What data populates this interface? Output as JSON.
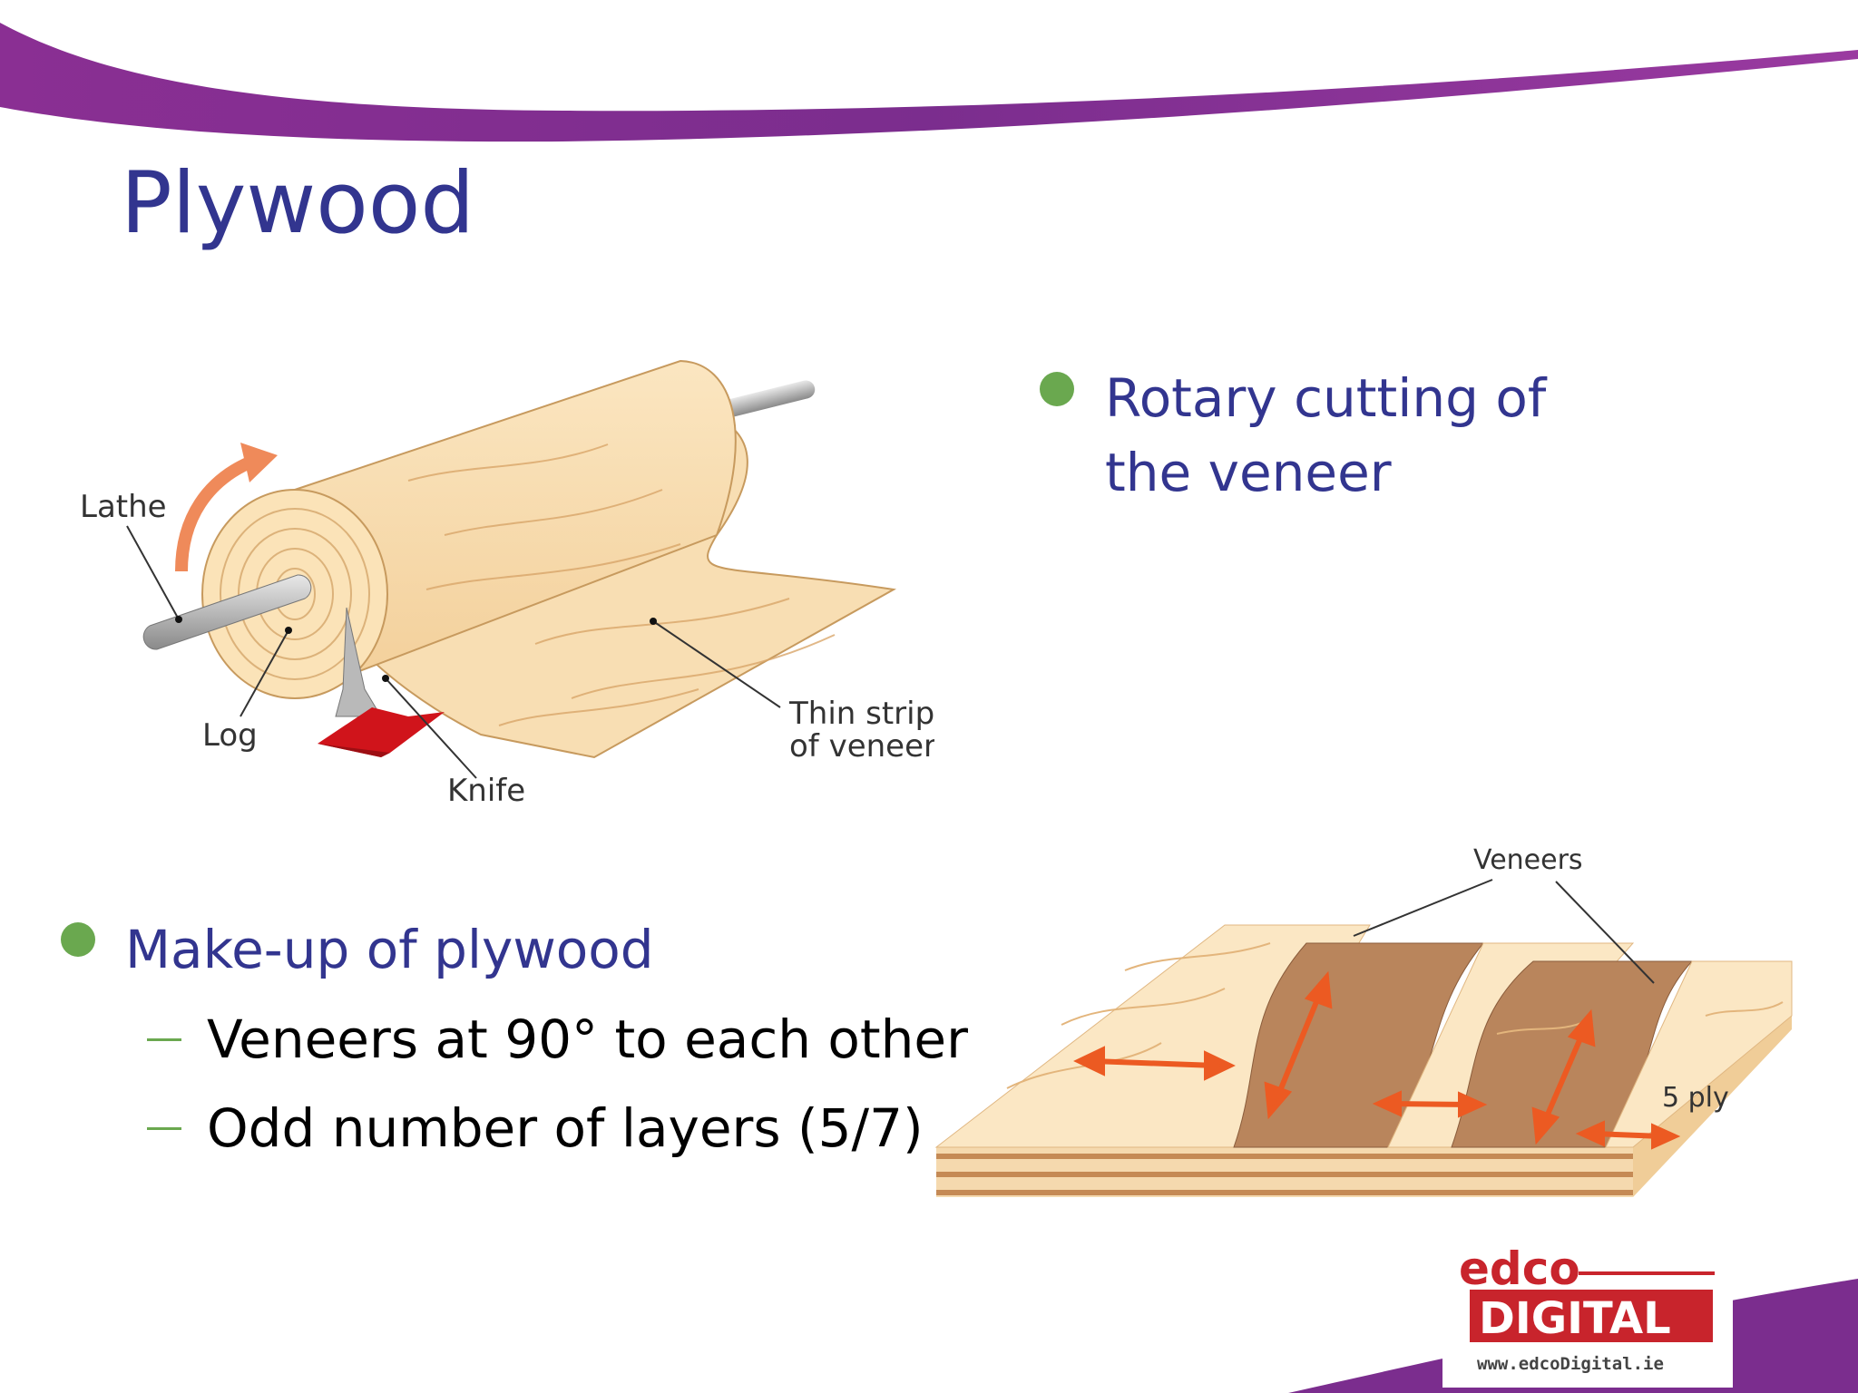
{
  "slide": {
    "title": "Plywood",
    "bullets": [
      {
        "text_line1": "Rotary cutting of",
        "text_line2": "the veneer"
      },
      {
        "text": "Make-up of plywood",
        "sub": [
          "Veneers at 90° to each other",
          "Odd number of layers (5/7)"
        ]
      }
    ]
  },
  "lathe_diagram": {
    "labels": {
      "lathe": "Lathe",
      "log": "Log",
      "knife": "Knife",
      "veneer_line1": "Thin strip",
      "veneer_line2": "of veneer"
    }
  },
  "plywood_diagram": {
    "labels": {
      "veneers": "Veneers",
      "ply": "5 ply"
    }
  },
  "logo": {
    "edco": "edco",
    "digital": "DIGITAL",
    "url": "www.edcoDigital.ie"
  },
  "colors": {
    "title": "#32358f",
    "bullet": "#6aa84f",
    "accent": "#7b2d8e",
    "logo_red": "#c8242c"
  }
}
